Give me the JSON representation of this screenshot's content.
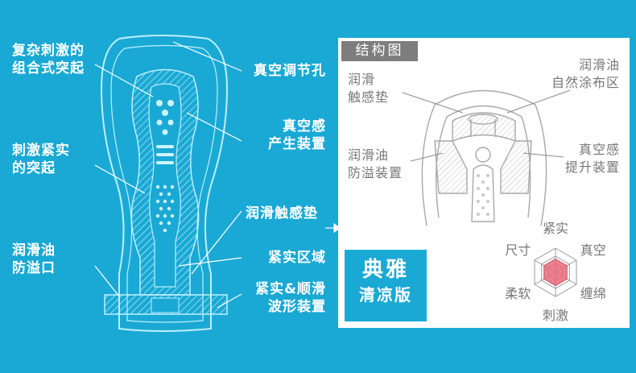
{
  "left_labels": {
    "complex_protrusion": [
      "复杂刺激的",
      "组合式突起"
    ],
    "tight_protrusion": [
      "刺激紧实",
      "的突起"
    ],
    "anti_leak_port": [
      "润滑油",
      "防溢口"
    ]
  },
  "right_labels": {
    "vacuum_hole": "真空调节孔",
    "vacuum_device": [
      "真空感",
      "产生装置"
    ],
    "lube_pad": "润滑触感垫",
    "tight_zone": "紧实区域",
    "wave_device": [
      "紧实&顺滑",
      "波形装置"
    ]
  },
  "panel": {
    "title": "结构图",
    "lube_pad": [
      "润滑",
      "触感垫"
    ],
    "natural_coating": [
      "润滑油",
      "自然涂布区"
    ],
    "anti_overflow": [
      "润滑油",
      "防溢装置"
    ],
    "vacuum_lift": [
      "真空感",
      "提升装置"
    ]
  },
  "badge": {
    "line1": "典雅",
    "line2": "清凉版"
  },
  "radar": {
    "axes": [
      "紧实",
      "真空",
      "缠绵",
      "刺激",
      "柔软",
      "尺寸"
    ],
    "values": [
      0.55,
      0.55,
      0.55,
      0.55,
      0.55,
      0.55
    ]
  },
  "colors": {
    "background": "#1aa9d4",
    "accent": "#e86a7a"
  }
}
